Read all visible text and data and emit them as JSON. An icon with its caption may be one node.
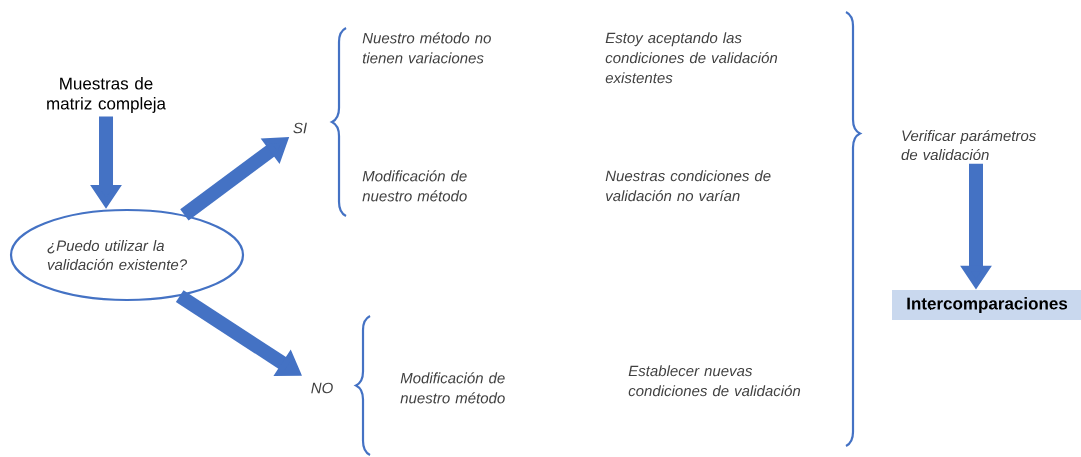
{
  "diagram": {
    "nodes": [
      {
        "text": [
          "Muestras de matriz compleja"
        ]
      },
      {
        "text": [
          "¿Puedo utilizar la validación existente?"
        ]
      },
      {
        "text": [
          "SI"
        ]
      },
      {
        "text": [
          "NO"
        ]
      },
      {
        "text": [
          "Verificar parámetros de validación"
        ]
      },
      {
        "text": [
          "Intercomparaciones"
        ]
      }
    ],
    "edges": [
      {
        "from": 0,
        "to": 1,
        "arrow": "to"
      },
      {
        "from": 1,
        "to": 2,
        "arrow": "to"
      },
      {
        "from": 1,
        "to": 3,
        "arrow": "to"
      },
      {
        "from": 4,
        "to": 5,
        "arrow": "to"
      }
    ],
    "labels": [
      "Nuestro método no tienen variaciones",
      "Estoy aceptando las condiciones de validación existentes",
      "Modificación de nuestro método",
      "Nuestras condiciones de validación no varían",
      "Modificación de nuestro método",
      "Establecer nuevas condiciones de validación"
    ]
  }
}
